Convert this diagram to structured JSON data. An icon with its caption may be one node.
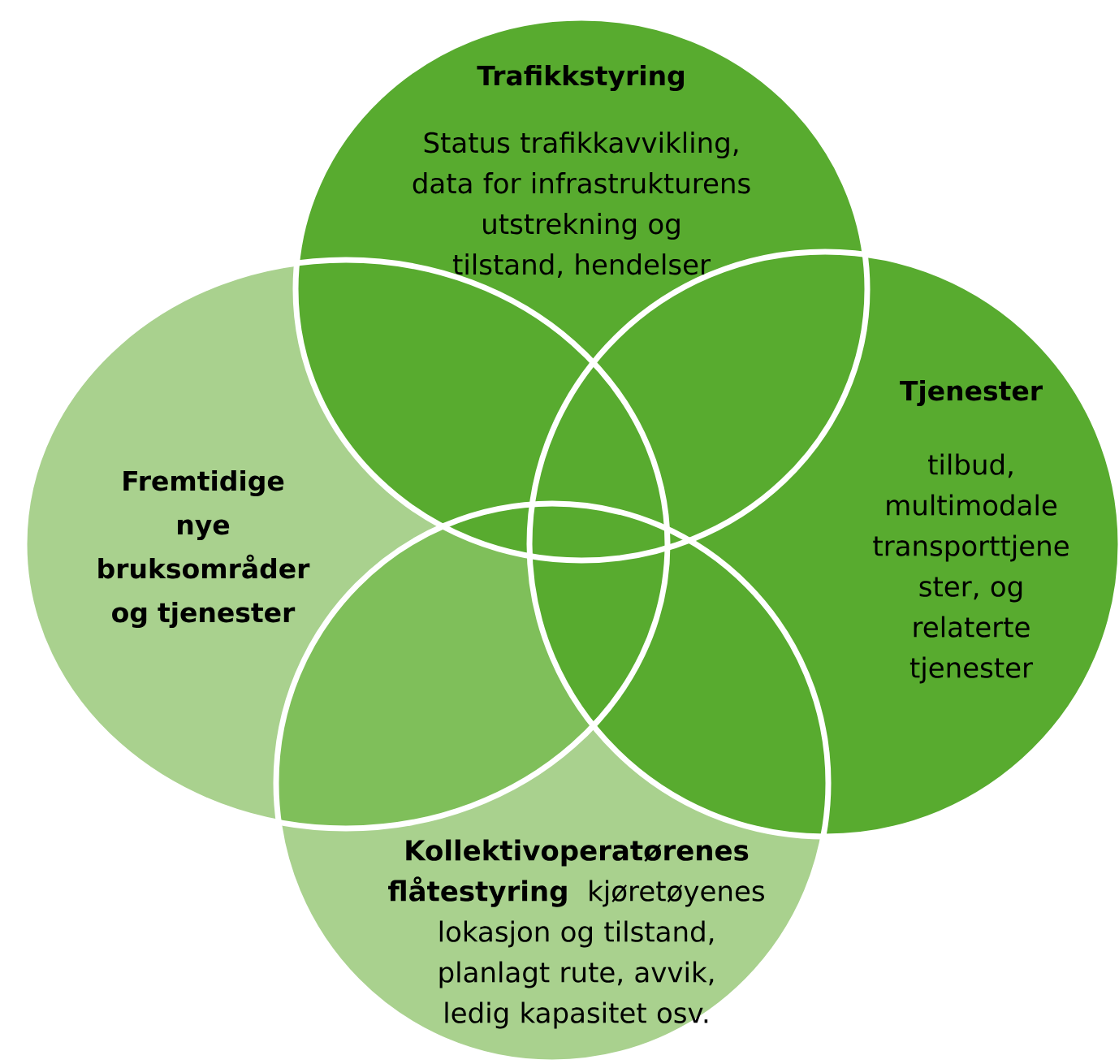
{
  "diagram": {
    "nodes": [
      {
        "text": [
          "Trafikkstyring",
          "Status trafikkavvikling, data for infrastrukturens utstrekning og tilstand, hendelser"
        ]
      },
      {
        "text": [
          "Fremtidige nye bruksområder og tjenester"
        ]
      },
      {
        "text": [
          "Tjenester",
          "tilbud, multimodale transporttjene ster, og relaterte tjenester"
        ]
      },
      {
        "text": [
          "Kollektivoperatørenes flåtestyring",
          "kjøretøyenes lokasjon og tilstand, planlagt rute, avvik, ledig kapasitet osv."
        ]
      }
    ]
  }
}
